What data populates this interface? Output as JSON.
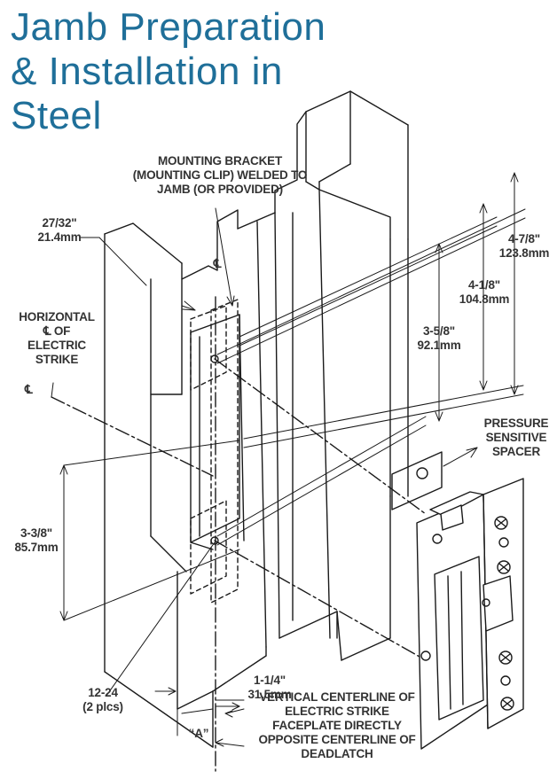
{
  "title": {
    "line1": "Jamb Preparation",
    "line2": "& Installation in",
    "line3": "Steel"
  },
  "labels": {
    "mounting_bracket": [
      "MOUNTING BRACKET",
      "(MOUNTING CLIP) WELDED TO",
      "JAMB (OR PROVIDED)"
    ],
    "dim_27_32": [
      "27/32\"",
      "21.4mm"
    ],
    "horizontal_cl": [
      "HORIZONTAL",
      "℄ OF",
      "ELECTRIC",
      "STRIKE"
    ],
    "cl_symbol_left": "℄",
    "cl_symbol_top": "℄",
    "dim_4_7_8": [
      "4-7/8\"",
      "123.8mm"
    ],
    "dim_4_1_8": [
      "4-1/8\"",
      "104.8mm"
    ],
    "dim_3_5_8": [
      "3-5/8\"",
      "92.1mm"
    ],
    "pressure_spacer": [
      "PRESSURE",
      "SENSITIVE",
      "SPACER"
    ],
    "dim_3_3_8": [
      "3-3/8\"",
      "85.7mm"
    ],
    "dim_1_1_4": [
      "1-1/4\"",
      "31.5mm"
    ],
    "screw_spec": [
      "12-24",
      "(2 plcs)"
    ],
    "vertical_cl": [
      "VERTICAL CENTERLINE OF",
      "ELECTRIC STRIKE",
      "FACEPLATE DIRECTLY",
      "OPPOSITE CENTERLINE OF",
      "DEADLATCH"
    ],
    "dim_a": "“A”"
  },
  "colors": {
    "title": "#1f6f99",
    "line": "#1a1a1a",
    "text": "#333333"
  }
}
